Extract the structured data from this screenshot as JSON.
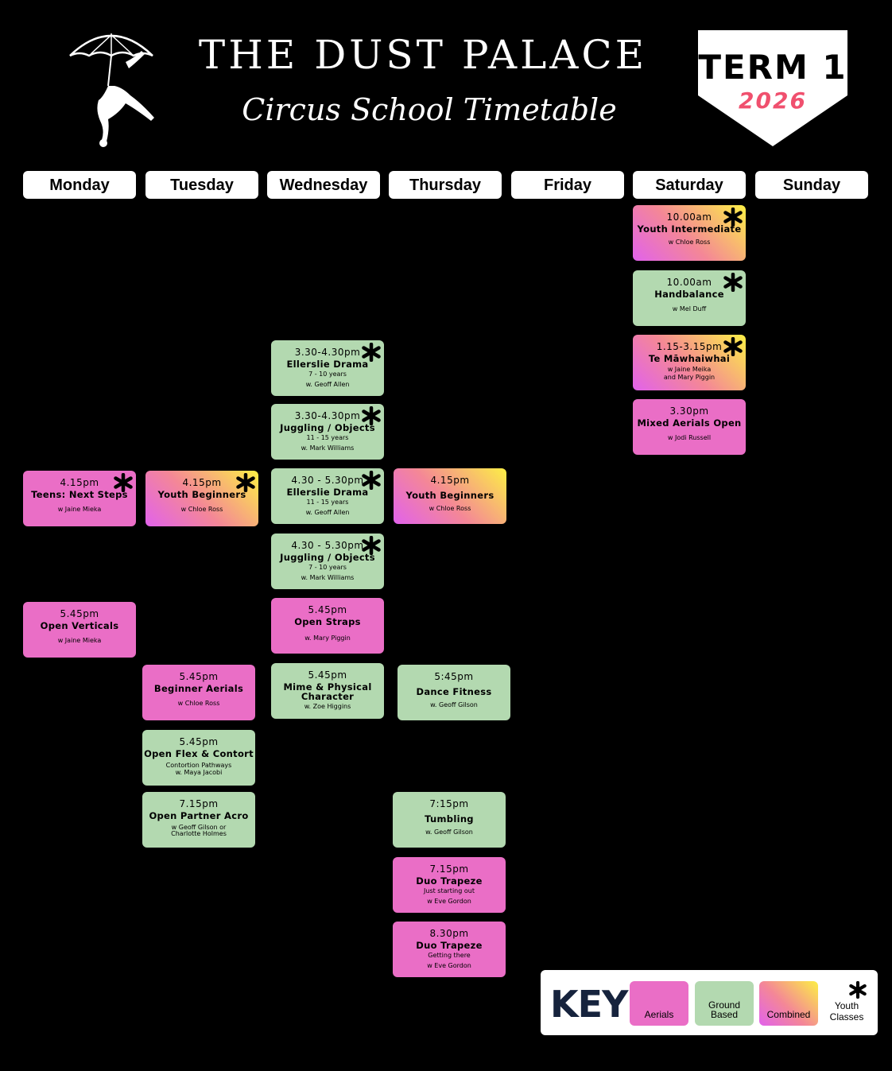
{
  "header": {
    "title": "THE DUST PALACE",
    "subtitle": "Circus School Timetable",
    "term": "TERM 1",
    "year": "2026"
  },
  "days": [
    "Monday",
    "Tuesday",
    "Wednesday",
    "Thursday",
    "Friday",
    "Saturday",
    "Sunday"
  ],
  "classes": {
    "sat1": {
      "time": "10.00am",
      "name": "Youth Intermediate",
      "instructor": "w Chloe Ross"
    },
    "sat2": {
      "time": "10.00am",
      "name": "Handbalance",
      "instructor": "w Mel Duff"
    },
    "sat3": {
      "time": "1.15-3.15pm",
      "name": "Te Māwhaiwhai",
      "instructor": "w Jaine Meika",
      "instructor2": "and Mary Piggin"
    },
    "sat4": {
      "time": "3.30pm",
      "name": "Mixed Aerials Open",
      "instructor": "w Jodi Russell"
    },
    "wed1": {
      "time": "3.30-4.30pm",
      "name": "Ellerslie Drama",
      "sub": "7 - 10 years",
      "instructor": "w. Geoff Allen"
    },
    "wed2": {
      "time": "3.30-4.30pm",
      "name": "Juggling / Objects",
      "sub": "11 - 15 years",
      "instructor": "w. Mark Williams"
    },
    "wed3": {
      "time": "4.30 - 5.30pm",
      "name": "Ellerslie Drama",
      "sub": "11 - 15 years",
      "instructor": "w. Geoff Allen"
    },
    "wed4": {
      "time": "4.30 - 5.30pm",
      "name": "Juggling / Objects",
      "sub": "7 - 10 years",
      "instructor": "w. Mark Williams"
    },
    "wed5": {
      "time": "5.45pm",
      "name": "Open Straps",
      "instructor": "w. Mary Piggin"
    },
    "wed6": {
      "time": "5.45pm",
      "name": "Mime & Physical",
      "name2": "Character",
      "instructor": "w. Zoe Higgins"
    },
    "mon1": {
      "time": "4.15pm",
      "name": "Teens: Next Steps",
      "instructor": "w Jaine Mieka"
    },
    "mon2": {
      "time": "5.45pm",
      "name": "Open Verticals",
      "instructor": "w Jaine Mieka"
    },
    "tue1": {
      "time": "4.15pm",
      "name": "Youth Beginners",
      "instructor": "w Chloe Ross"
    },
    "tue2": {
      "time": "5.45pm",
      "name": "Beginner Aerials",
      "instructor": "w Chloe Ross"
    },
    "tue3": {
      "time": "5.45pm",
      "name": "Open Flex & Contort",
      "sub": "Contortion Pathways",
      "instructor": "w. Maya Jacobi"
    },
    "tue4": {
      "time": "7.15pm",
      "name": "Open Partner Acro",
      "instructor": "w Geoff Gilson or",
      "instructor2": "Charlotte Holmes"
    },
    "thu1": {
      "time": "4.15pm",
      "name": "Youth Beginners",
      "instructor": "w Chloe Ross"
    },
    "thu2": {
      "time": "5:45pm",
      "name": "Dance Fitness",
      "instructor": "w. Geoff Gilson"
    },
    "thu3": {
      "time": "7:15pm",
      "name": "Tumbling",
      "instructor": "w. Geoff Gilson"
    },
    "thu4": {
      "time": "7.15pm",
      "name": "Duo Trapeze",
      "sub": "Just starting out",
      "instructor": "w Eve Gordon"
    },
    "thu5": {
      "time": "8.30pm",
      "name": "Duo Trapeze",
      "sub": "Getting there",
      "instructor": "w Eve Gordon"
    }
  },
  "key": {
    "title": "KEY",
    "aerials": "Aerials",
    "ground_line1": "Ground",
    "ground_line2": "Based",
    "combined": "Combined",
    "youth_line1": "Youth",
    "youth_line2": "Classes"
  },
  "colors": {
    "aerials": "#ea6ec6",
    "ground": "#b3d9b0",
    "combined_start": "#e162ec",
    "combined_end": "#fcef45",
    "year": "#f0506e"
  }
}
